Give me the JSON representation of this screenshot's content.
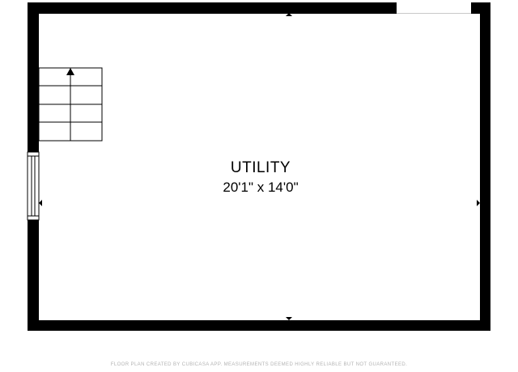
{
  "room": {
    "name": "UTILITY",
    "dimensions": "20'1\" x 14'0\""
  },
  "footer": {
    "disclaimer": "FLOOR PLAN CREATED BY CUBICASA APP. MEASUREMENTS DEEMED HIGHLY RELIABLE BUT NOT GUARANTEED."
  },
  "colors": {
    "wall": "#000000",
    "background": "#ffffff",
    "footer_text": "#b3b3b3"
  },
  "icons": {
    "stairs_direction": "arrow-up-icon",
    "measure_markers": "triangle-marker-icon"
  }
}
